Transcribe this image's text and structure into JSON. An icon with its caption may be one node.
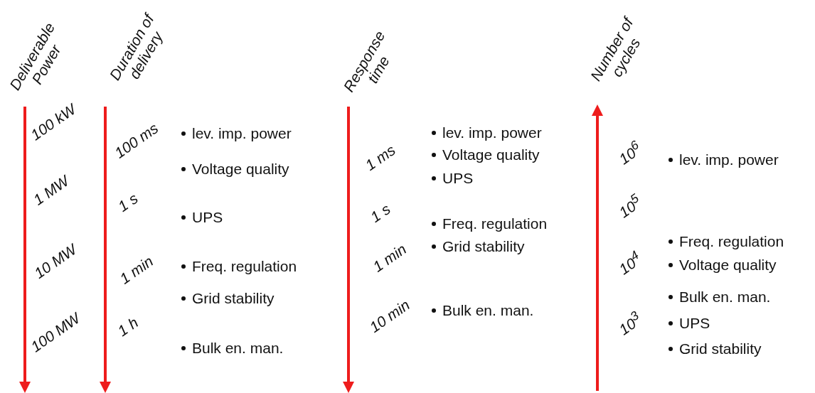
{
  "diagram": {
    "labels": [
      "Deliverable Power",
      "100 kW",
      "1 MW",
      "10 MW",
      "100 MW",
      "Duration of delivery",
      "100 ms",
      "1 s",
      "1 min",
      "1 h",
      "lev. imp. power",
      "Voltage quality",
      "UPS",
      "Freq. regulation",
      "Grid stability",
      "Bulk en. man.",
      "Response time",
      "1 ms",
      "1 s",
      "1 min",
      "10 min",
      "lev. imp. power",
      "Voltage quality",
      "UPS",
      "Freq. regulation",
      "Grid stability",
      "Bulk en. man.",
      "Number of cycles",
      "10$^{6}$",
      "10$^{5}$",
      "10$^{4}$",
      "10$^{3}$",
      "lev. imp. power",
      "Freq. regulation",
      "Voltage quality",
      "Bulk en. man.",
      "UPS",
      "Grid stability"
    ]
  }
}
